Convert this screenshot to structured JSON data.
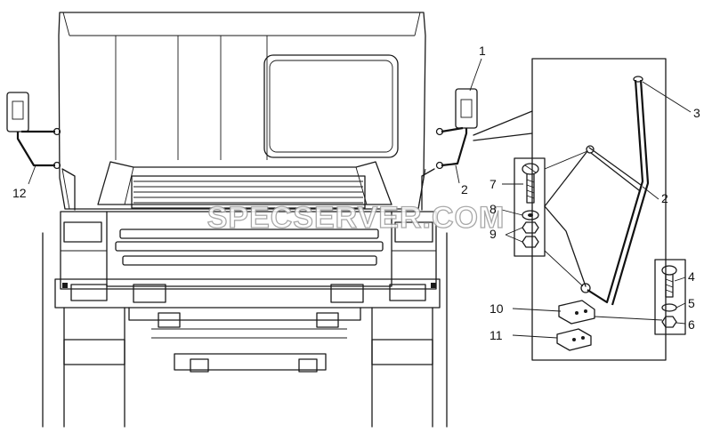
{
  "diagram": {
    "watermark": "SPECSERVER.COM",
    "callouts": [
      {
        "id": "1",
        "label": "1"
      },
      {
        "id": "2a",
        "label": "2"
      },
      {
        "id": "2b",
        "label": "2"
      },
      {
        "id": "3",
        "label": "3"
      },
      {
        "id": "4",
        "label": "4"
      },
      {
        "id": "5",
        "label": "5"
      },
      {
        "id": "6",
        "label": "6"
      },
      {
        "id": "7",
        "label": "7"
      },
      {
        "id": "8",
        "label": "8"
      },
      {
        "id": "9",
        "label": "9"
      },
      {
        "id": "10",
        "label": "10"
      },
      {
        "id": "11",
        "label": "11"
      },
      {
        "id": "12",
        "label": "12"
      }
    ]
  }
}
